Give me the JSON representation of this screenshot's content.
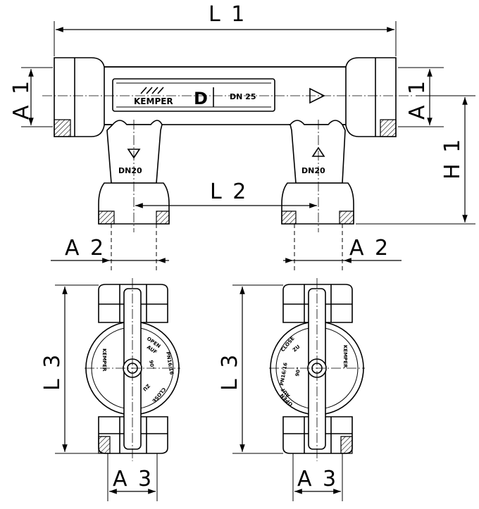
{
  "dimensions": {
    "l1": "L 1",
    "l2": "L 2",
    "l3": "L 3",
    "a1": "A 1",
    "a2": "A 2",
    "a3": "A 3",
    "h1": "H 1"
  },
  "fitting": {
    "brand": "KEMPER",
    "main_size": "DN 25",
    "letter": "D",
    "outlet_size": "DN20"
  },
  "valve_dial": {
    "brand": "KEMPER",
    "open": "OPEN",
    "auf": "AUF",
    "close": "CLOSE",
    "zu": "ZU",
    "angle": "90°",
    "pressure": "PN16/16"
  }
}
